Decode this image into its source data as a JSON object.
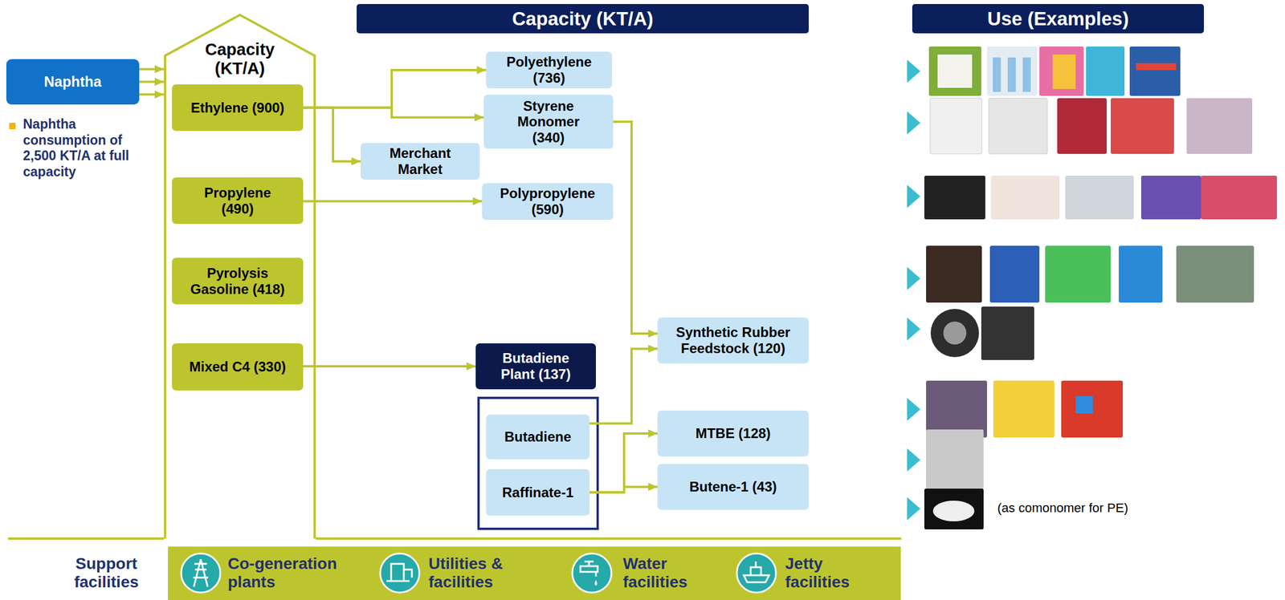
{
  "diagram": {
    "nodes": [
      {
        "text": [
          "Naphtha"
        ]
      },
      {
        "text": [
          "Capacity (KT/A)"
        ]
      },
      {
        "text": [
          "Ethylene (900)"
        ],
        "in": 1
      },
      {
        "text": [
          "Propylene (490)"
        ],
        "in": 1
      },
      {
        "text": [
          "Pyrolysis Gasoline (418)"
        ],
        "in": 1
      },
      {
        "text": [
          "Mixed C4 (330)"
        ],
        "in": 1
      },
      {
        "text": [
          "Capacity (KT/A)"
        ]
      },
      {
        "text": [
          "Polyethylene (736)"
        ]
      },
      {
        "text": [
          "Styrene Monomer (340)"
        ]
      },
      {
        "text": [
          "Merchant Market"
        ]
      },
      {
        "text": [
          "Polypropylene (590)"
        ]
      },
      {
        "text": [
          "Synthetic Rubber Feedstock (120)"
        ]
      },
      {
        "text": [
          "Butadiene Plant (137)"
        ]
      },
      {
        "text": [
          "Butadiene"
        ]
      },
      {
        "text": [
          "Raffinate-1"
        ]
      },
      {
        "text": [
          "MTBE (128)"
        ]
      },
      {
        "text": [
          "Butene-1 (43)"
        ]
      },
      {
        "text": [
          "Use (Examples)"
        ]
      },
      {
        "text": [
          "Support facilities",
          "Co-generation plants",
          "Utilities & facilities",
          "Water facilities",
          "Jetty facilities"
        ]
      }
    ],
    "edges": [
      {
        "from": 0,
        "to": 1,
        "arrow": "to"
      },
      {
        "from": 0,
        "to": 1,
        "arrow": "to"
      },
      {
        "from": 0,
        "to": 1,
        "arrow": "to"
      },
      {
        "from": 2,
        "to": 7,
        "arrow": "to"
      },
      {
        "from": 2,
        "to": 8,
        "arrow": "to"
      },
      {
        "from": 2,
        "to": 9,
        "arrow": "to"
      },
      {
        "from": 3,
        "to": 10,
        "arrow": "to"
      },
      {
        "from": 5,
        "to": 12,
        "arrow": "to"
      },
      {
        "from": 8,
        "to": 11,
        "arrow": "to"
      },
      {
        "from": 13,
        "to": 11,
        "arrow": "to"
      },
      {
        "from": 14,
        "to": 15,
        "arrow": "to"
      },
      {
        "from": 14,
        "to": 16,
        "arrow": "to"
      }
    ],
    "labels": [
      "Naphtha consumption of 2,500 KT/A at full capacity",
      "(as comonomer for PE)"
    ]
  }
}
